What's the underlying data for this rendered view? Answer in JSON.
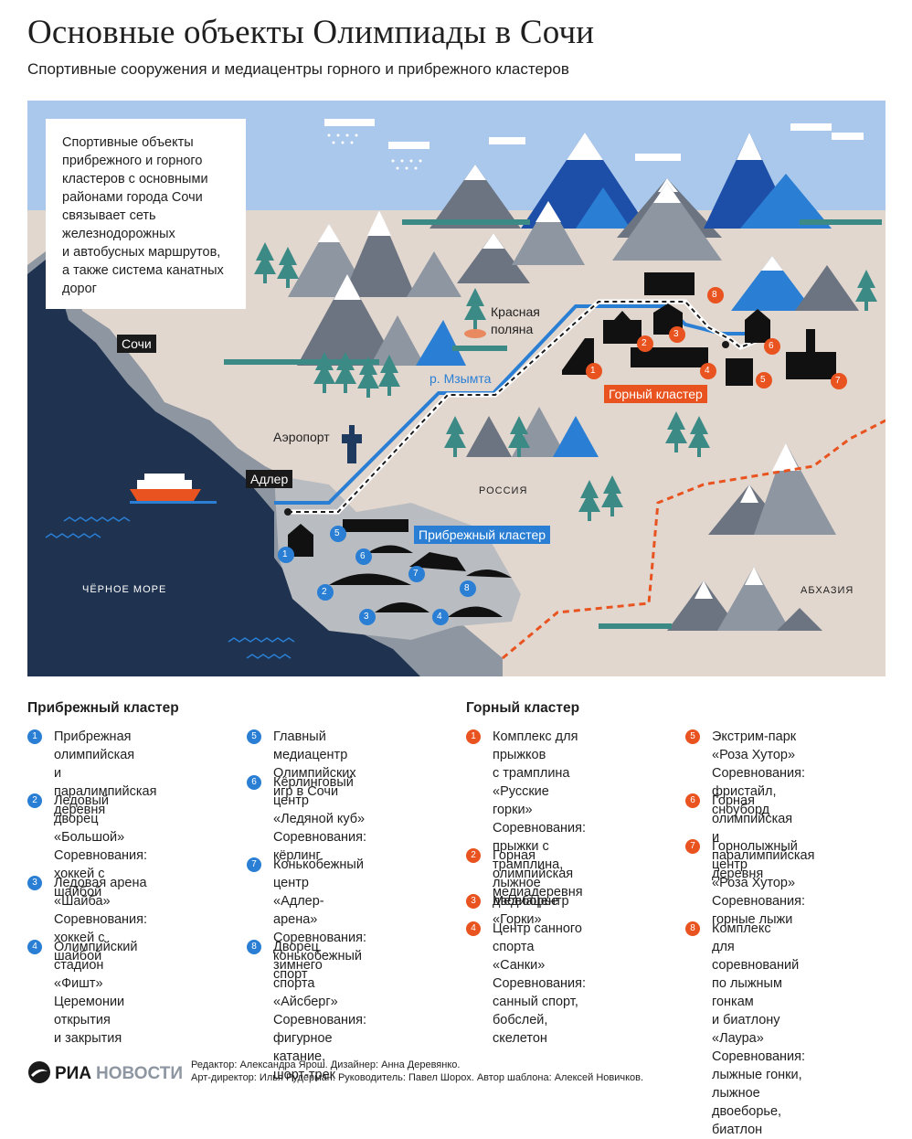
{
  "header": {
    "title": "Основные объекты Олимпиады в Сочи",
    "subtitle": "Спортивные сооружения и медиацентры горного и прибрежного кластеров"
  },
  "map": {
    "info_text": "Спортивные объекты\nприбрежного и горного\nкластеров с основными\nрайонами города Сочи\nсвязывает сеть\nжелезнодорожных\nи автобусных маршрутов,\nа также система канатных\nдорог",
    "labels": {
      "sochi": "Сочи",
      "krasnaya_polyana": "Красная\nполяна",
      "river": "р. Мзымта",
      "airport": "Аэропорт",
      "adler": "Адлер",
      "russia": "РОССИЯ",
      "abkhazia": "АБХАЗИЯ",
      "black_sea": "ЧЁРНОЕ МОРЕ",
      "coastal_cluster": "Прибрежный кластер",
      "mountain_cluster": "Горный кластер"
    },
    "marker_numbers": [
      "1",
      "2",
      "3",
      "4",
      "5",
      "6",
      "7",
      "8"
    ],
    "colors": {
      "sky": "#a9c8ec",
      "land": "#e2d7cf",
      "sea": "#1f3350",
      "coast": "#8d96a1",
      "blue_accent": "#2a7fd4",
      "orange_accent": "#e8531f",
      "tree": "#3c8a86"
    }
  },
  "legend": {
    "coastal": {
      "heading": "Прибрежный кластер",
      "items": [
        {
          "n": "1",
          "text": "Прибрежная олимпийская\nи паралимпийская\nдеревня"
        },
        {
          "n": "2",
          "text": "Ледовый дворец\n«Большой»\nСоревнования:\nхоккей с шайбой"
        },
        {
          "n": "3",
          "text": "Ледовая арена «Шайба»\nСоревнования:\nхоккей с шайбой"
        },
        {
          "n": "4",
          "text": "Олимпийский стадион\n«Фишт»\nЦеремонии открытия\nи закрытия"
        },
        {
          "n": "5",
          "text": "Главный медиацентр\nОлимпийских игр в Сочи"
        },
        {
          "n": "6",
          "text": "Кёрлинговый центр\n«Ледяной куб»\nСоревнования:\nкёрлинг"
        },
        {
          "n": "7",
          "text": "Конькобежный центр\n«Адлер-арена»\nСоревнования:\nконькобежный спорт"
        },
        {
          "n": "8",
          "text": "Дворец зимнего спорта\n«Айсберг»\nСоревнования:\nфигурное катание,\nшорт-трек"
        }
      ]
    },
    "mountain": {
      "heading": "Горный кластер",
      "items": [
        {
          "n": "1",
          "text": "Комплекс для прыжков\nс трамплина\n«Русские горки»\nСоревнования:\nпрыжки с трамплина,\nлыжное двоеборье"
        },
        {
          "n": "2",
          "text": "Горная олимпийская\nмедиадеревня"
        },
        {
          "n": "3",
          "text": "Медиацентр «Горки»"
        },
        {
          "n": "4",
          "text": "Центр санного спорта\n«Санки»\nСоревнования:\nсанный спорт, бобслей,\nскелетон"
        },
        {
          "n": "5",
          "text": "Экстрим-парк «Роза Хутор»\nСоревнования:\nфристайл, сноуборд"
        },
        {
          "n": "6",
          "text": "Горная олимпийская\nи паралимпийская деревня"
        },
        {
          "n": "7",
          "text": "Горнолыжный центр\n«Роза Хутор»\nСоревнования:\nгорные лыжи"
        },
        {
          "n": "8",
          "text": "Комплекс\nдля соревнований\nпо лыжным гонкам\nи биатлону «Лаура»\nСоревнования:\nлыжные гонки, лыжное\nдвоеборье, биатлон"
        }
      ]
    }
  },
  "footer": {
    "logo": "РИА НОВОСТИ",
    "credits": "Редактор: Александра Ярош. Дизайнер: Анна Деревянко.\nАрт-директор: Илья Рудерман. Руководитель: Павел Шорох. Автор шаблона: Алексей Новичков."
  }
}
